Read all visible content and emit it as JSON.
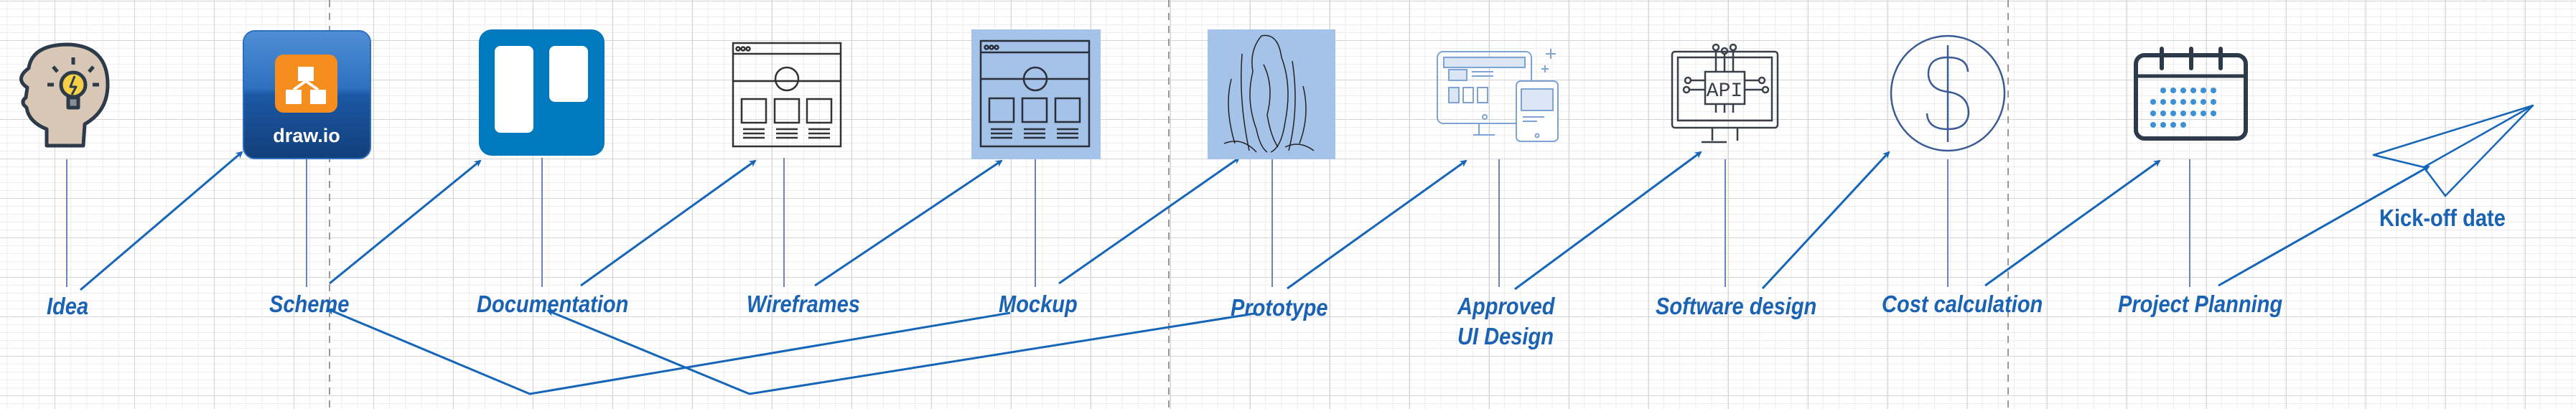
{
  "colors": {
    "label": "#1a62b3",
    "arrow": "#1565b8",
    "stem": "#6a86b8",
    "highlight_bg": "#a5c2e8"
  },
  "stages": [
    {
      "label": "Idea",
      "icon": "lightbulb-head-icon"
    },
    {
      "label": "Scheme",
      "icon": "drawio-logo-icon",
      "logo_text": "draw.io"
    },
    {
      "label": "Documentation",
      "icon": "trello-board-icon"
    },
    {
      "label": "Wireframes",
      "icon": "wireframe-icon"
    },
    {
      "label": "Mockup",
      "icon": "mockup-icon"
    },
    {
      "label": "Prototype",
      "icon": "sketch-prototype-icon"
    },
    {
      "label_line1": "Approved",
      "label_line2": "UI Design",
      "icon": "responsive-devices-icon"
    },
    {
      "label": "Software design",
      "icon": "api-monitor-icon",
      "icon_text": "API"
    },
    {
      "label": "Cost calculation",
      "icon": "dollar-coin-icon"
    },
    {
      "label": "Project Planning",
      "icon": "calendar-icon"
    }
  ],
  "goal": {
    "label": "Kick-off date",
    "icon": "paper-plane-icon"
  }
}
